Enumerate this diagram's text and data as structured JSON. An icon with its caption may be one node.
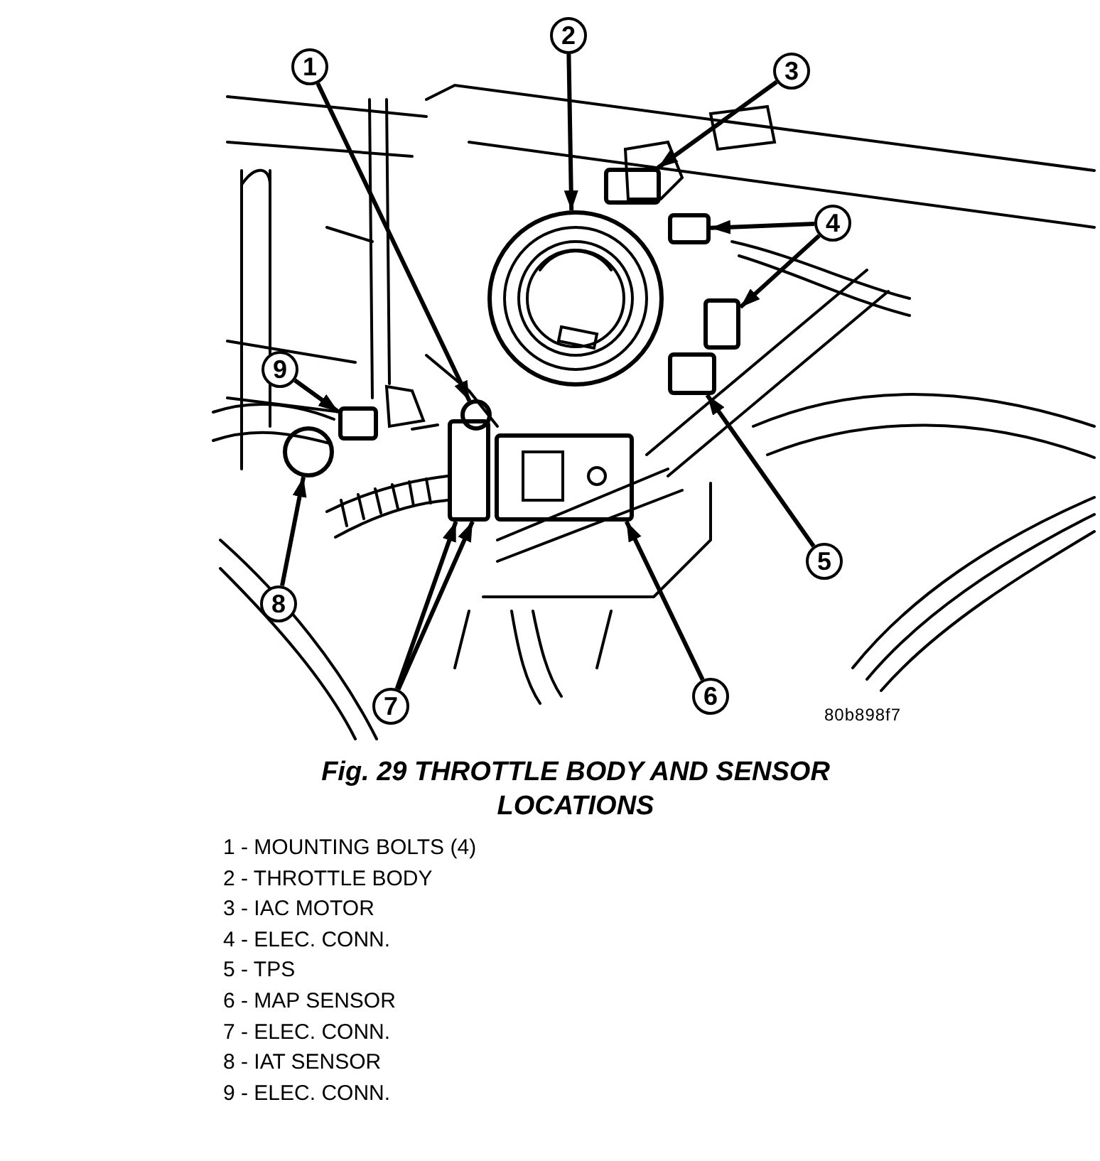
{
  "diagram": {
    "caption": "Fig. 29 THROTTLE BODY AND SENSOR LOCATIONS",
    "nodes": [
      {
        "text": [
          "1"
        ]
      },
      {
        "text": [
          "2"
        ]
      },
      {
        "text": [
          "3"
        ]
      },
      {
        "text": [
          "4"
        ]
      },
      {
        "text": [
          "5"
        ]
      },
      {
        "text": [
          "6"
        ]
      },
      {
        "text": [
          "7"
        ]
      },
      {
        "text": [
          "8"
        ]
      },
      {
        "text": [
          "9"
        ]
      },
      {
        "text": [],
        "shape": "circle"
      },
      {
        "text": [],
        "shape": "circle"
      },
      {
        "text": [],
        "shape": "box"
      },
      {
        "text": [],
        "shape": "box"
      },
      {
        "text": [],
        "shape": "box"
      },
      {
        "text": [],
        "shape": "box"
      },
      {
        "text": [],
        "shape": "box"
      },
      {
        "text": [],
        "shape": "box"
      },
      {
        "text": [],
        "shape": "circle"
      },
      {
        "text": [],
        "shape": "box"
      }
    ],
    "edges": [
      {
        "from": 0,
        "to": 9,
        "arrow": "to"
      },
      {
        "from": 1,
        "to": 10,
        "arrow": "to"
      },
      {
        "from": 2,
        "to": 11,
        "arrow": "to"
      },
      {
        "from": 3,
        "to": 12,
        "arrow": "to"
      },
      {
        "from": 3,
        "to": 13,
        "arrow": "to"
      },
      {
        "from": 4,
        "to": 14,
        "arrow": "to"
      },
      {
        "from": 5,
        "to": 15,
        "arrow": "to"
      },
      {
        "from": 6,
        "to": 16,
        "arrow": "to"
      },
      {
        "from": 6,
        "to": 16,
        "arrow": "to"
      },
      {
        "from": 7,
        "to": 17,
        "arrow": "to"
      },
      {
        "from": 8,
        "to": 18,
        "arrow": "to"
      }
    ],
    "labels": [
      "80b898f7",
      "1 - MOUNTING BOLTS (4)",
      "2 - THROTTLE BODY",
      "3 - IAC MOTOR",
      "4 - ELEC. CONN.",
      "5 - TPS",
      "6 - MAP SENSOR",
      "7 - ELEC. CONN.",
      "8 - IAT SENSOR",
      "9 - ELEC. CONN."
    ]
  }
}
